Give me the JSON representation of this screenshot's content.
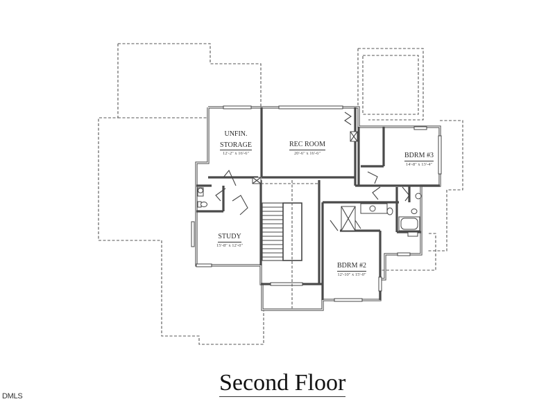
{
  "plan": {
    "title": "Second Floor",
    "source_mark": "DMLS",
    "colors": {
      "wall": "#4a4a4a",
      "background": "#ffffff",
      "text": "#2a2a2a"
    },
    "rooms": [
      {
        "id": "unfin-storage",
        "name_line1": "UNFIN.",
        "name_line2": "STORAGE",
        "dimensions": "12'-2\" x 16'-6\""
      },
      {
        "id": "rec-room",
        "name": "REC ROOM",
        "dimensions": "20'-6\" x 16'-6\""
      },
      {
        "id": "bdrm-3",
        "name": "BDRM #3",
        "dimensions": "14'-8\" x 13'-4\""
      },
      {
        "id": "study",
        "name": "STUDY",
        "dimensions": "15'-8\" x 12'-0\""
      },
      {
        "id": "bdrm-2",
        "name": "BDRM #2",
        "dimensions": "12'-10\" x 15'-0\""
      }
    ]
  }
}
